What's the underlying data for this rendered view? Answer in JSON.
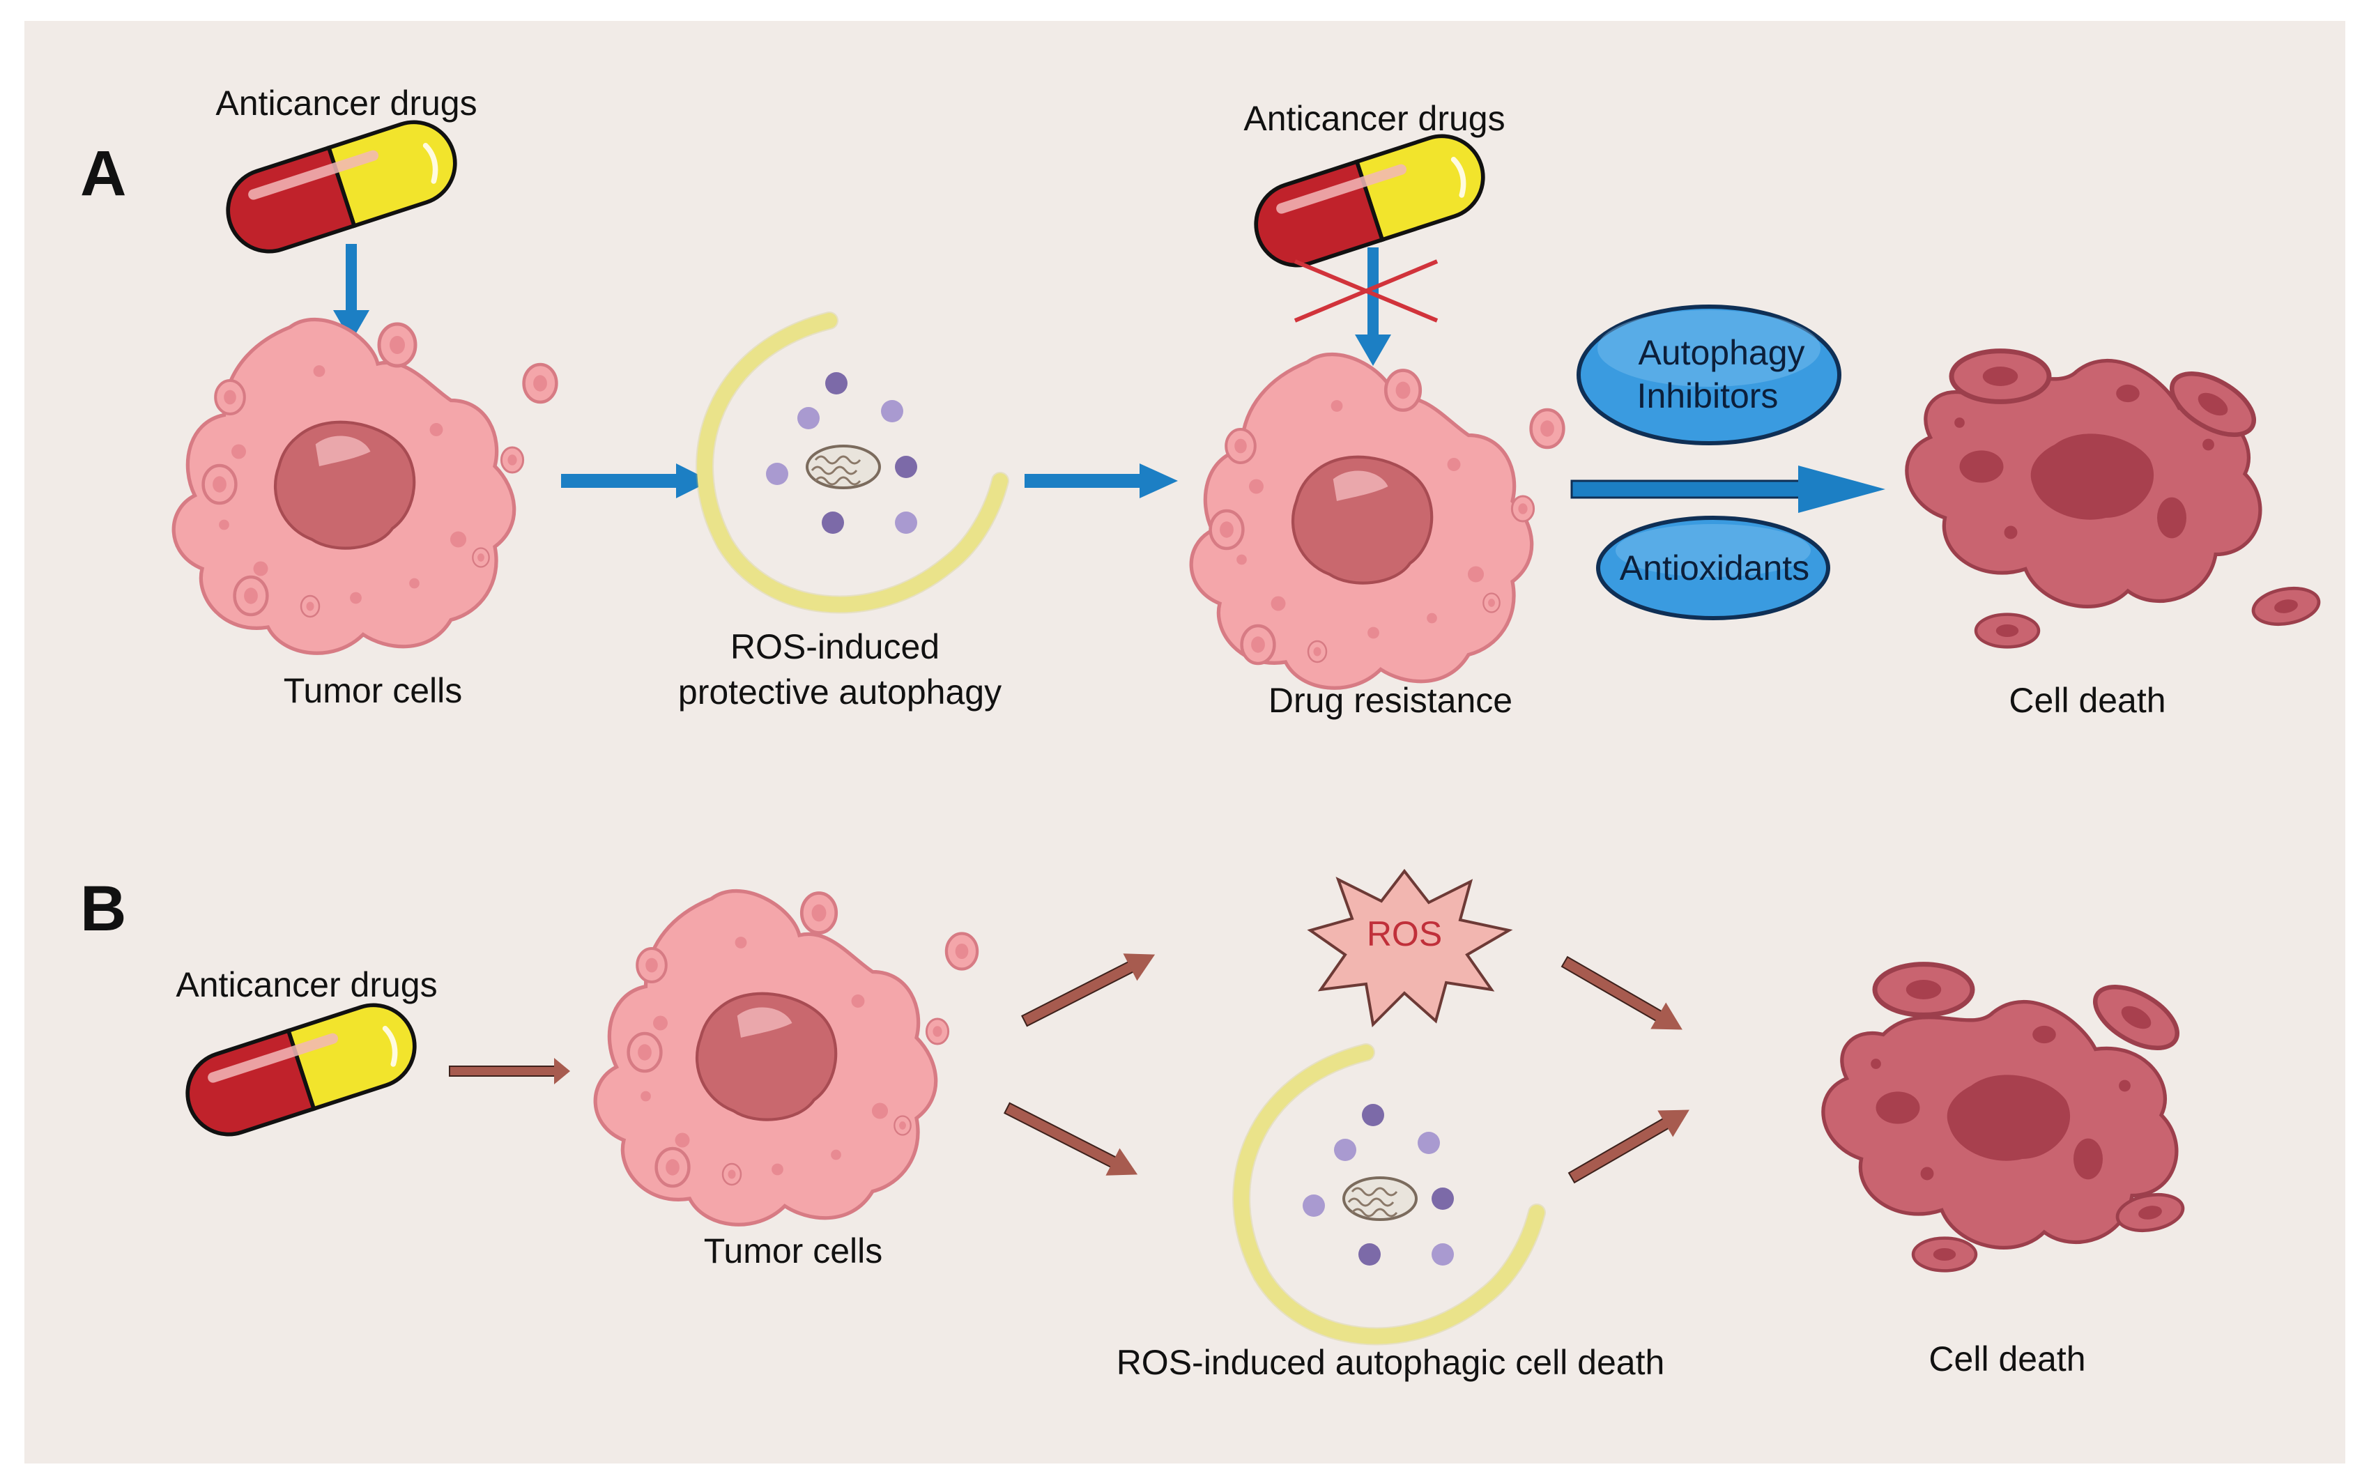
{
  "colors": {
    "background": "#f1ebe7",
    "cell_fill": "#f4a6aa",
    "dead_cell_fill": "#c96470",
    "blue_arrow": "#1c7fc4",
    "brown_arrow": "#a75b4f",
    "cross": "#d1333b",
    "capsule_red": "#c0222b",
    "capsule_yellow": "#f2e42c",
    "pill_blue": "#3a9be0",
    "ros_burst": "#f2b6b0"
  },
  "panel_a": {
    "letter": "A",
    "drug_label_1": "Anticancer drugs",
    "drug_label_2": "Anticancer drugs",
    "tumor_label": "Tumor cells",
    "autophagy_label_line1": "ROS-induced",
    "autophagy_label_line2": "protective autophagy",
    "resistance_label": "Drug resistance",
    "inhibitor_line1": "Autophagy",
    "inhibitor_line2": "Inhibitors",
    "antioxidant_label": "Antioxidants",
    "death_label": "Cell death"
  },
  "panel_b": {
    "letter": "B",
    "drug_label": "Anticancer drugs",
    "tumor_label": "Tumor cells",
    "ros_label": "ROS",
    "autophagic_death_label": "ROS-induced autophagic cell death",
    "death_label": "Cell death"
  }
}
